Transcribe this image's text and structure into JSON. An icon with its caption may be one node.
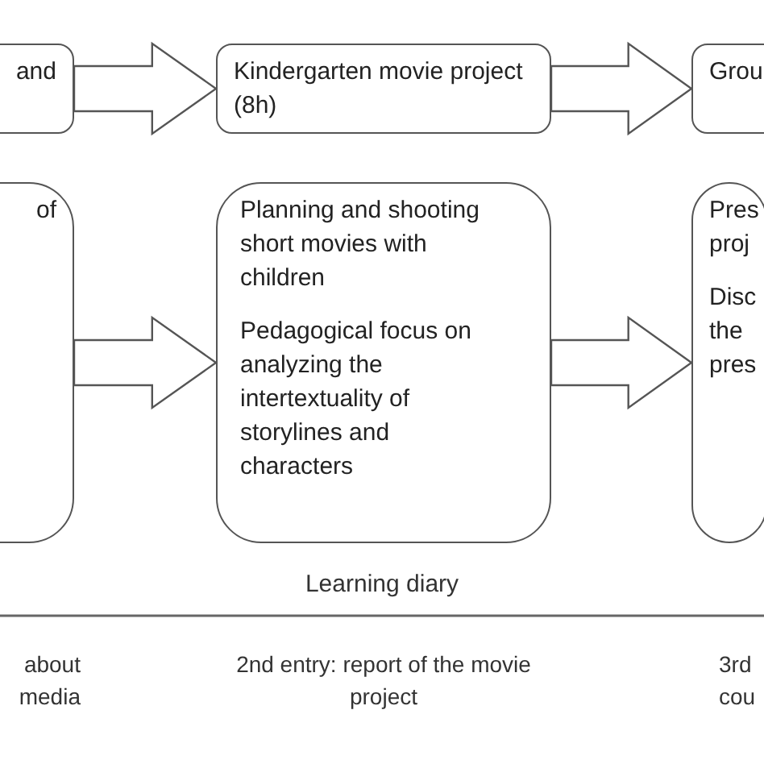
{
  "diagram": {
    "nodes": [
      {
        "text": [
          "and"
        ]
      },
      {
        "text": [
          "Kindergarten movie project (8h)"
        ]
      },
      {
        "text": [
          "Grou"
        ]
      },
      {
        "text": [
          "of"
        ]
      },
      {
        "text": [
          "Planning and shooting short movies with children",
          "Pedagogical focus on analyzing the intertextuality of storylines and characters"
        ]
      },
      {
        "text": [
          "Pres proj",
          "Disc the pres"
        ]
      }
    ],
    "edges": [
      {
        "from": 0,
        "to": 1,
        "arrow": "to"
      },
      {
        "from": 1,
        "to": 2,
        "arrow": "to"
      },
      {
        "from": 3,
        "to": 4,
        "arrow": "to"
      },
      {
        "from": 4,
        "to": 5,
        "arrow": "to"
      }
    ],
    "labels": [
      "Learning diary",
      "about media",
      "2nd entry: report of the movie project",
      "3rd cou"
    ]
  }
}
